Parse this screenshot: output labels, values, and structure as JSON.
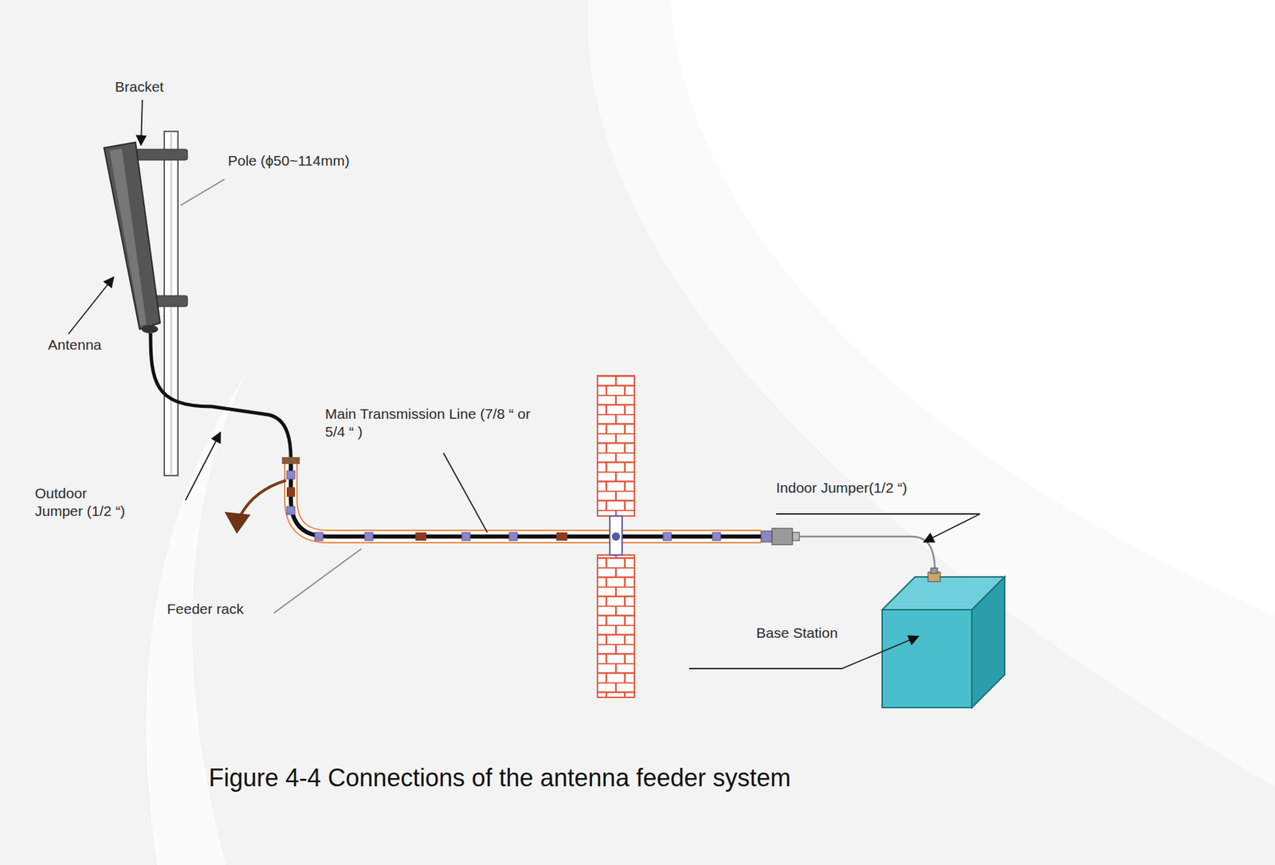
{
  "diagram": {
    "caption": "Figure 4-4 Connections of the antenna feeder system",
    "labels": [
      "Bracket",
      "Pole (ϕ50~114mm)",
      "Antenna",
      "Outdoor Jumper (1/2 “)",
      "Main Transmission Line (7/8 “ or 5/4 “ )",
      "Feeder rack",
      "Indoor Jumper(1/2 “)",
      "Base Station"
    ]
  }
}
